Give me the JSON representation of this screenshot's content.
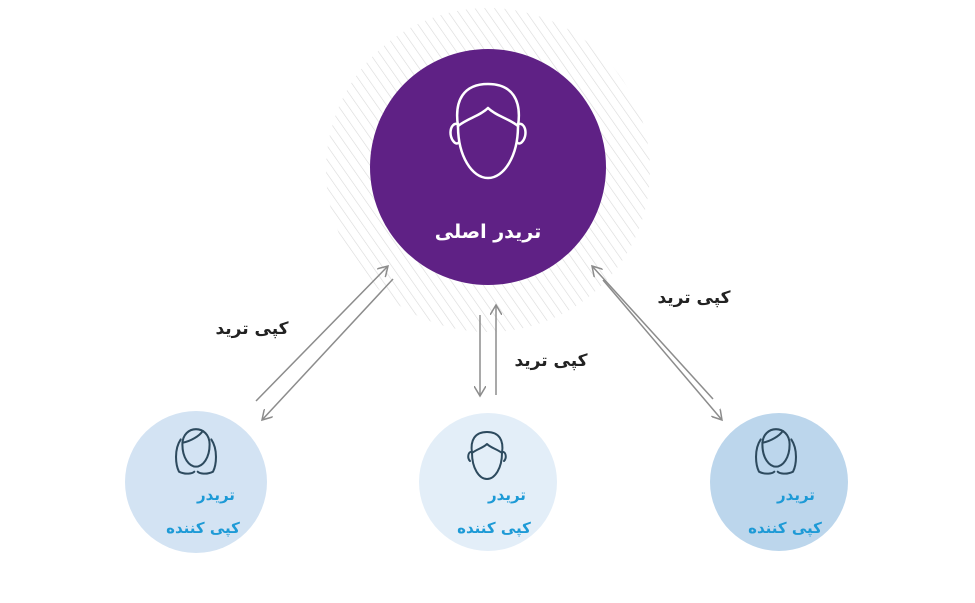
{
  "master": {
    "label": "تریدر اصلی",
    "color": "#5f2185",
    "icon": "male-face-icon"
  },
  "edges": [
    {
      "label": "کپی ترید"
    },
    {
      "label": "کپی ترید"
    },
    {
      "label": "کپی ترید"
    }
  ],
  "followers": [
    {
      "line1": "تریدر",
      "line2": "کپی کننده",
      "icon": "female-face-icon",
      "fill": "#d3e3f3"
    },
    {
      "line1": "تریدر",
      "line2": "کپی کننده",
      "icon": "male-face-icon",
      "fill": "#e3eef8"
    },
    {
      "line1": "تریدر",
      "line2": "کپی کننده",
      "icon": "female-face-icon",
      "fill": "#bcd6ec"
    }
  ],
  "colors": {
    "text_accent": "#1d9ad6",
    "arrow": "#8c8c8c",
    "icon_stroke": "#2d4a5e"
  }
}
